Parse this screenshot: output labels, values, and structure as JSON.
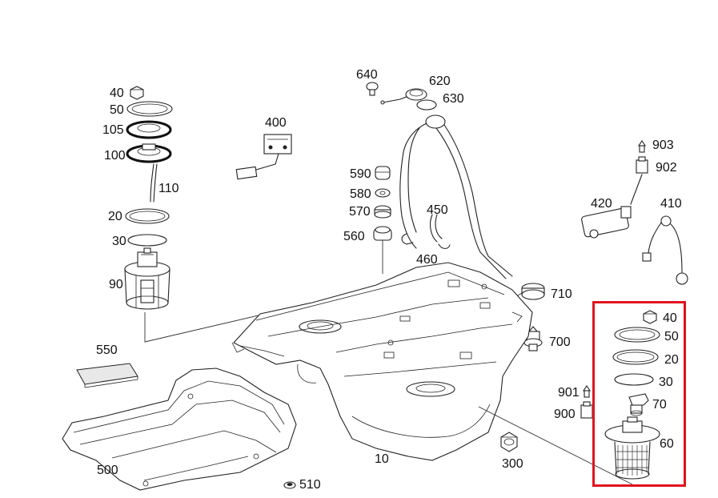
{
  "labels": {
    "l40a": "40",
    "l50a": "50",
    "l105": "105",
    "l100": "100",
    "l110": "110",
    "l20a": "20",
    "l30a": "30",
    "l90": "90",
    "l400": "400",
    "l640": "640",
    "l620": "620",
    "l630": "630",
    "l590": "590",
    "l580": "580",
    "l570": "570",
    "l560": "560",
    "l450": "450",
    "l460": "460",
    "l903": "903",
    "l902": "902",
    "l420": "420",
    "l410": "410",
    "l710": "710",
    "l700": "700",
    "l550": "550",
    "l500": "500",
    "l510": "510",
    "l10": "10",
    "l300": "300",
    "l901": "901",
    "l900": "900",
    "l40b": "40",
    "l50b": "50",
    "l20b": "20",
    "l30b": "30",
    "l70": "70",
    "l60": "60"
  },
  "colors": {
    "highlight": "#e0141e",
    "line": "#222222"
  },
  "highlight_box": {
    "parts": [
      "40",
      "50",
      "20",
      "30",
      "70",
      "60"
    ]
  }
}
